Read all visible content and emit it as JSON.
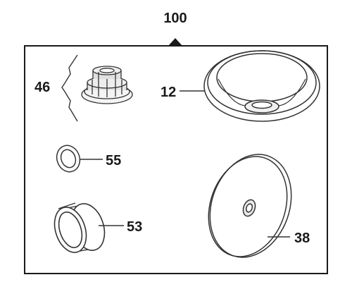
{
  "diagram": {
    "assembly_number": "100",
    "parts": [
      {
        "label": "46",
        "icon": "rubber-plug"
      },
      {
        "label": "12",
        "icon": "dished-bowl"
      },
      {
        "label": "55",
        "icon": "o-ring"
      },
      {
        "label": "53",
        "icon": "sleeve-ring"
      },
      {
        "label": "38",
        "icon": "flat-disc"
      }
    ]
  }
}
